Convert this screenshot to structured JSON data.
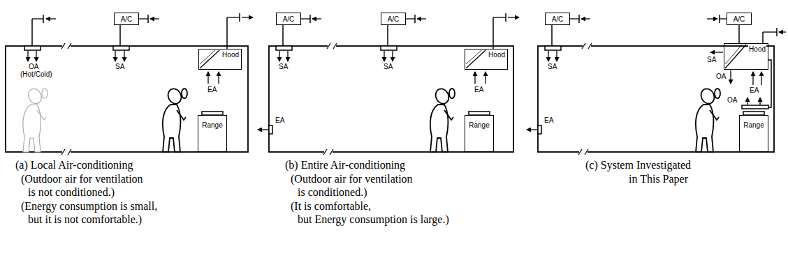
{
  "diagram": {
    "nodes": [
      {
        "text": [
          "A/C"
        ]
      },
      {
        "text": [
          "Hood"
        ]
      },
      {
        "text": [
          "Range"
        ]
      },
      {
        "text": [
          "A/C"
        ]
      },
      {
        "text": [
          "A/C"
        ]
      },
      {
        "text": [
          "Hood"
        ]
      },
      {
        "text": [
          "Range"
        ]
      },
      {
        "text": [
          "A/C"
        ]
      },
      {
        "text": [
          "A/C"
        ]
      },
      {
        "text": [
          "Hood"
        ]
      },
      {
        "text": [
          "Range"
        ]
      }
    ],
    "edges": [
      {
        "from": 8,
        "to": 9,
        "arrow": "none"
      }
    ],
    "labels": [
      "OA",
      "(Hot/Cold)",
      "SA",
      "EA",
      "SA",
      "SA",
      "EA",
      "EA",
      "SA",
      "SA",
      "OA",
      "EA",
      "OA",
      "EA",
      "(a) Local Air-conditioning",
      "(Outdoor air for ventilation",
      "is not conditioned.)",
      "(Energy consumption is small,",
      "but it is not comfortable.)",
      "(b) Entire Air-conditioning",
      "(Outdoor air for ventilation",
      "is conditioned.)",
      "(It is comfortable,",
      "but Energy consumption is large.)",
      "(c) System Investigated",
      "in This Paper"
    ]
  }
}
